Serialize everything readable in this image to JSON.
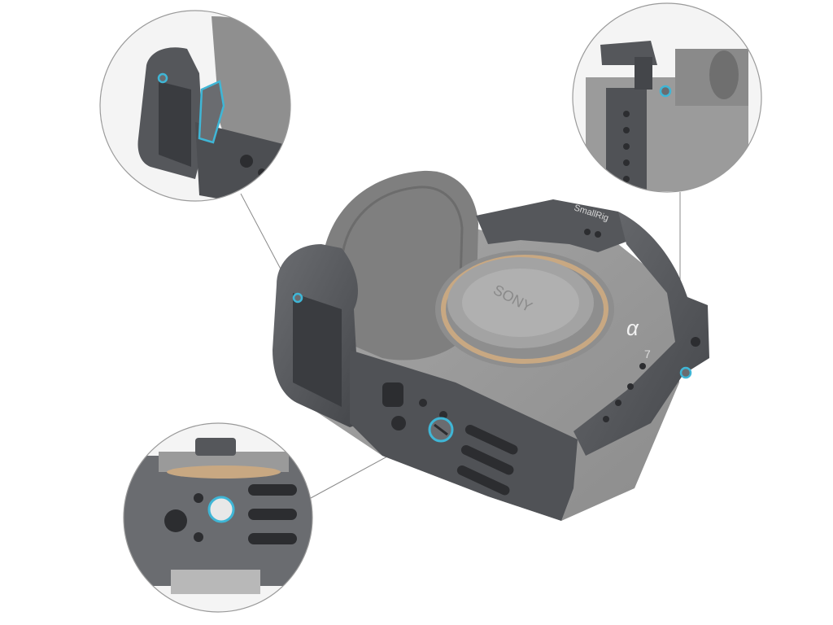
{
  "image": {
    "subject": "camera-cage-product-render",
    "accent_color": "#3fb6d6",
    "cage_color": "#5a5c60",
    "camera_color": "#9a9a9a",
    "mount_ring_color": "#c8a882"
  },
  "lettering": {
    "cage_brand": "SmallRig",
    "camera_brand": "SONY",
    "camera_symbol": "α",
    "camera_model": "7"
  },
  "callouts": [
    {
      "id": "grip-lock",
      "accent": "#3fb6d6"
    },
    {
      "id": "top-shoe-screw",
      "accent": "#3fb6d6"
    },
    {
      "id": "bottom-mount-screw",
      "accent": "#3fb6d6"
    }
  ]
}
